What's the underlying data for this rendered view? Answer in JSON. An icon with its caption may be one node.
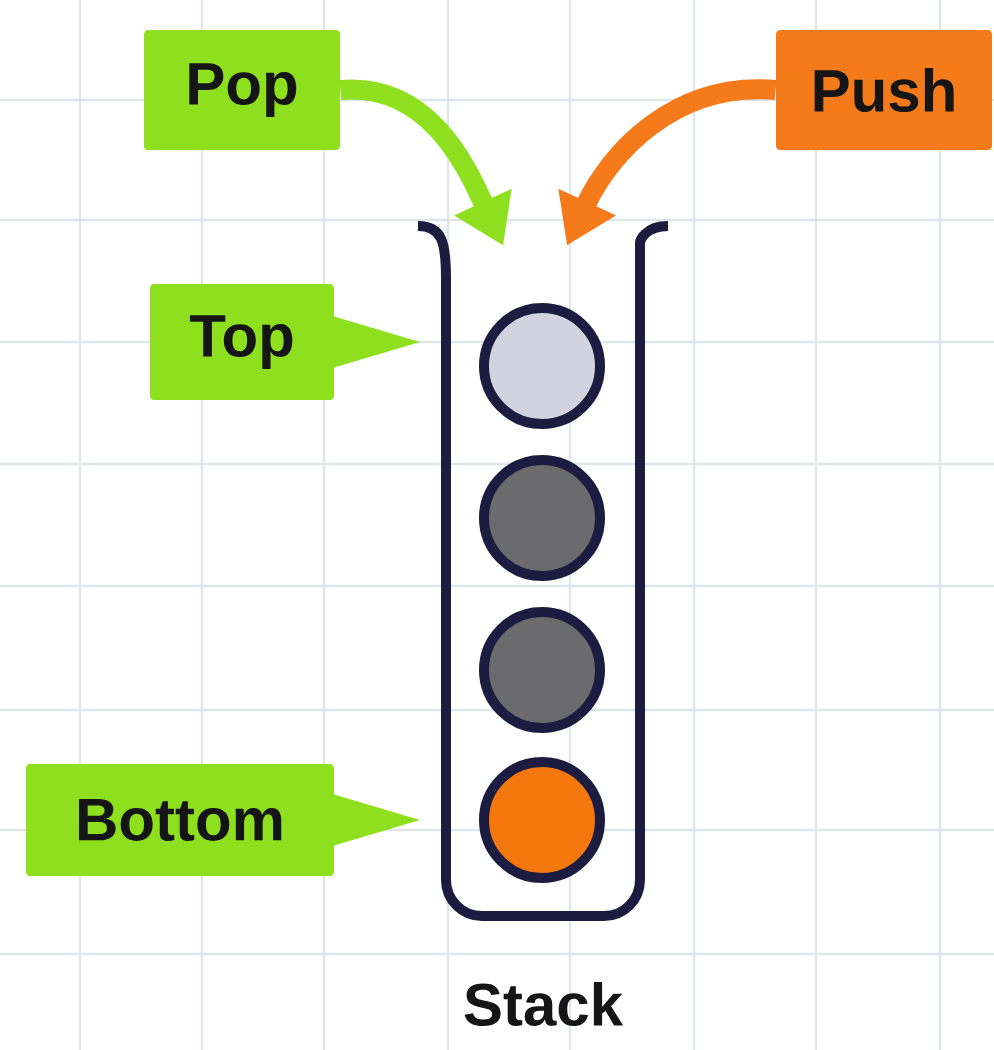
{
  "diagram": {
    "nodes": [
      {
        "text": [
          "Pop"
        ]
      },
      {
        "text": [
          "Push"
        ]
      },
      {
        "text": [
          "Top"
        ]
      },
      {
        "text": [
          "Bottom"
        ]
      },
      {
        "text": [],
        "shape": "box",
        "beside": [
          "Stack"
        ]
      },
      {
        "text": [],
        "shape": "circle",
        "in": 4
      },
      {
        "text": [],
        "shape": "circle",
        "in": 4
      },
      {
        "text": [],
        "shape": "circle",
        "in": 4
      },
      {
        "text": [],
        "shape": "circle",
        "in": 4
      }
    ],
    "edges": [
      {
        "from": 0,
        "to": 4,
        "arrow": "to",
        "color": "#8ee01e"
      },
      {
        "from": 1,
        "to": 4,
        "arrow": "to",
        "color": "#f57a1a"
      }
    ]
  }
}
